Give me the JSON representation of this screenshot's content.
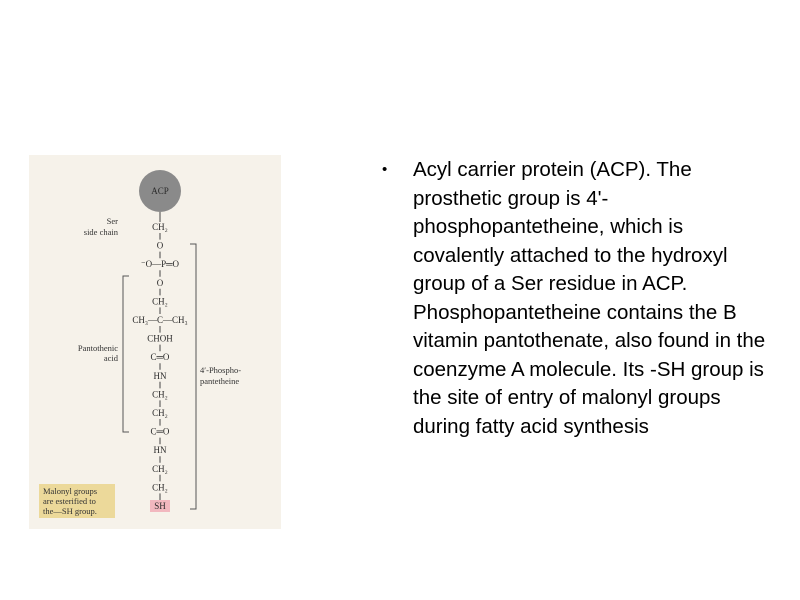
{
  "figure": {
    "acp_label": "ACP",
    "ser_label_line1": "Ser",
    "ser_label_line2": "side chain",
    "chain": [
      "CH₂",
      "O",
      "⁻O—P═O",
      "O",
      "CH₂",
      "CH₃—C—CH₃",
      "CHOH",
      "C═O",
      "HN",
      "CH₂",
      "CH₂",
      "C═O",
      "HN",
      "CH₂",
      "CH₂",
      "SH"
    ],
    "pantothenic_line1": "Pantothenic",
    "pantothenic_line2": "acid",
    "phospho_line1": "4′-Phospho-",
    "phospho_line2": "pantetheine",
    "malonyl_line1": "Malonyl groups",
    "malonyl_line2": "are esterified to",
    "malonyl_line3": "the—SH group.",
    "colors": {
      "acp_circle": "#8a8a8a",
      "sh_highlight": "#f2b8bf",
      "malonyl_box": "#ecd99a",
      "background": "#f6f2ea"
    }
  },
  "bullet": {
    "symbol": "•",
    "text": "Acyl carrier protein (ACP). The prosthetic group is 4'-phosphopantetheine, which is covalently attached to the hydroxyl group of a Ser residue in ACP. Phosphopantetheine contains the B vitamin pantothenate, also found in the coenzyme A molecule. Its -SH group is the site of entry of malonyl groups during fatty acid synthesis"
  }
}
